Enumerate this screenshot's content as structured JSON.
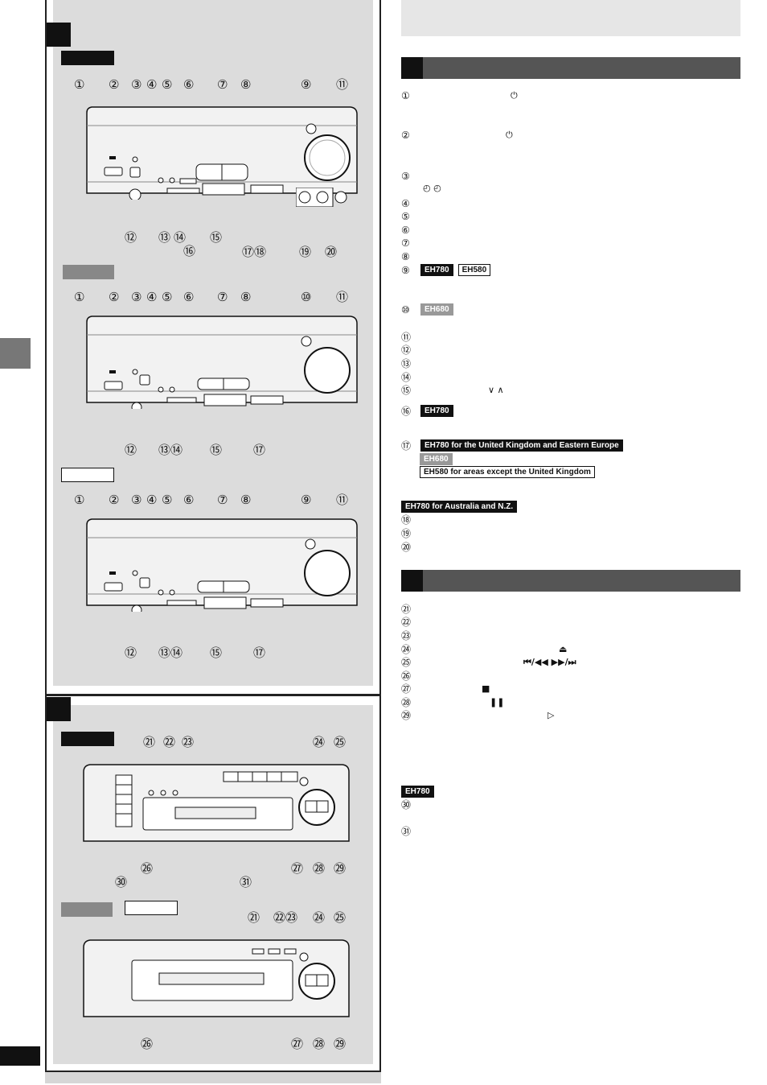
{
  "sections": {
    "a": {
      "callouts_top": [
        "①",
        "②",
        "③",
        "④",
        "⑤",
        "⑥",
        "⑦",
        "⑧",
        "⑨",
        "⑪"
      ],
      "callouts_top_bottom": [
        "⑫",
        "⑬",
        "⑭",
        "⑮",
        "⑯",
        "⑰⑱",
        "⑲",
        "⑳"
      ],
      "callouts_mid": [
        "①",
        "②",
        "③",
        "④",
        "⑤",
        "⑥",
        "⑦",
        "⑧",
        "⑩",
        "⑪"
      ],
      "callouts_mid_bottom": [
        "⑫",
        "⑬⑭",
        "⑮",
        "⑰"
      ],
      "callouts_low": [
        "①",
        "②",
        "③",
        "④",
        "⑤",
        "⑥",
        "⑦",
        "⑧",
        "⑨",
        "⑪"
      ],
      "callouts_low_bottom": [
        "⑫",
        "⑬⑭",
        "⑮",
        "⑰"
      ]
    },
    "b": {
      "callouts_top": [
        "㉑",
        "㉒",
        "㉓",
        "㉔",
        "㉕"
      ],
      "callouts_top_bottom": [
        "㉖",
        "㉗",
        "㉘",
        "㉙"
      ],
      "callouts_top_side": [
        "㉚",
        "㉛"
      ],
      "callouts_low": [
        "㉑",
        "㉒㉓",
        "㉔",
        "㉕"
      ],
      "callouts_low_bottom": [
        "㉖",
        "㉗",
        "㉘",
        "㉙"
      ]
    }
  },
  "list_a": [
    {
      "n": "①",
      "glyph": "⏻",
      "badges": []
    },
    {
      "n": "②",
      "glyph": "⏻",
      "badges": []
    },
    {
      "n": "③",
      "glyph": "",
      "badges": []
    },
    {
      "n": "④",
      "glyph": "",
      "badges": []
    },
    {
      "n": "⑤",
      "glyph": "",
      "badges": []
    },
    {
      "n": "⑥",
      "glyph": "",
      "badges": []
    },
    {
      "n": "⑦",
      "glyph": "",
      "badges": []
    },
    {
      "n": "⑧",
      "glyph": "",
      "badges": []
    },
    {
      "n": "⑨",
      "glyph": "",
      "badges": [
        {
          "text": "EH780",
          "style": "dark"
        },
        {
          "text": "EH580",
          "style": "light"
        }
      ]
    },
    {
      "n": "⑩",
      "glyph": "",
      "badges": [
        {
          "text": "EH680",
          "style": "grey"
        }
      ]
    },
    {
      "n": "⑪",
      "glyph": "",
      "badges": []
    },
    {
      "n": "⑫",
      "glyph": "",
      "badges": []
    },
    {
      "n": "⑬",
      "glyph": "",
      "badges": []
    },
    {
      "n": "⑭",
      "glyph": "",
      "badges": []
    },
    {
      "n": "⑮",
      "glyph": "∨ ∧",
      "badges": []
    },
    {
      "n": "⑯",
      "glyph": "",
      "badges": [
        {
          "text": "EH780",
          "style": "dark"
        }
      ]
    },
    {
      "n": "⑰",
      "glyph": "",
      "badges": [
        {
          "text": "EH780 for the United Kingdom and Eastern Europe",
          "style": "dark"
        }
      ]
    }
  ],
  "item3_timer_glyphs": "◴     ◴",
  "item17_extra_badges": [
    {
      "text": "EH680",
      "style": "grey"
    },
    {
      "text": "EH580 for areas except the United Kingdom",
      "style": "light"
    }
  ],
  "australia_badge": "EH780 for Australia and N.Z.",
  "list_a_tail": [
    "⑱",
    "⑲",
    "⑳"
  ],
  "list_b": [
    {
      "n": "㉑",
      "glyph": ""
    },
    {
      "n": "㉒",
      "glyph": ""
    },
    {
      "n": "㉓",
      "glyph": ""
    },
    {
      "n": "㉔",
      "glyph": "⏏"
    },
    {
      "n": "㉕",
      "glyph": "⏮/◀◀   ▶▶/⏭"
    },
    {
      "n": "㉖",
      "glyph": ""
    },
    {
      "n": "㉗",
      "glyph": "■"
    },
    {
      "n": "㉘",
      "glyph": "❚❚"
    },
    {
      "n": "㉙",
      "glyph": "▷"
    }
  ],
  "b_badge": "EH780",
  "list_b_tail": [
    "㉚",
    "㉛"
  ],
  "colors": {
    "panel": "#dcdcdc",
    "header": "#555555",
    "title_bar": "#e6e6e6",
    "dark": "#111111"
  }
}
